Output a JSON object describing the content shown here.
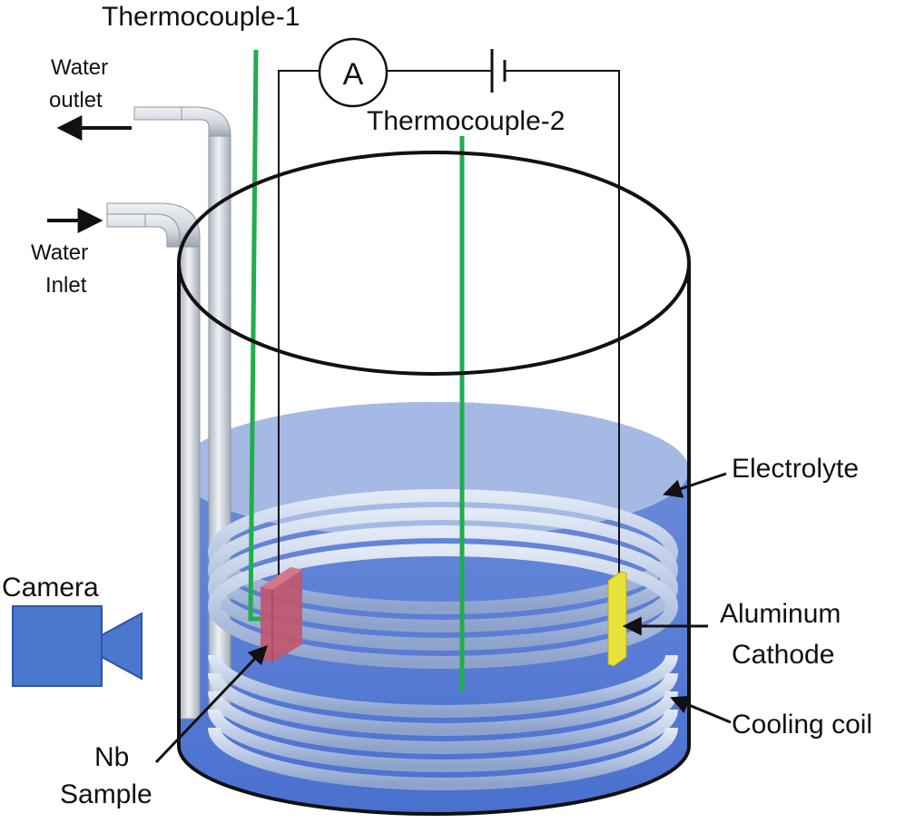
{
  "labels": {
    "thermocouple_1": "Thermocouple-1",
    "thermocouple_2": "Thermocouple-2",
    "ammeter": "A",
    "water_outlet_line1": "Water",
    "water_outlet_line2": "outlet",
    "water_inlet_line1": "Water",
    "water_inlet_line2": "Inlet",
    "electrolyte": "Electrolyte",
    "camera": "Camera",
    "aluminum_cathode_line1": "Aluminum",
    "aluminum_cathode_line2": "Cathode",
    "cooling_coil": "Cooling coil",
    "nb_sample_line1": "Nb",
    "nb_sample_line2": "Sample"
  },
  "colors": {
    "thermocouple": "#1fae4b",
    "electrolyte_top": "#a9bce6",
    "electrolyte_body": "#5b7fd6",
    "coil": "#c9d6ec",
    "nb_sample": "#c0566e",
    "aluminum_cathode": "#e8e33a",
    "camera": "#4a78cf",
    "pipe": "#d4d9e0",
    "outline": "#111111"
  }
}
